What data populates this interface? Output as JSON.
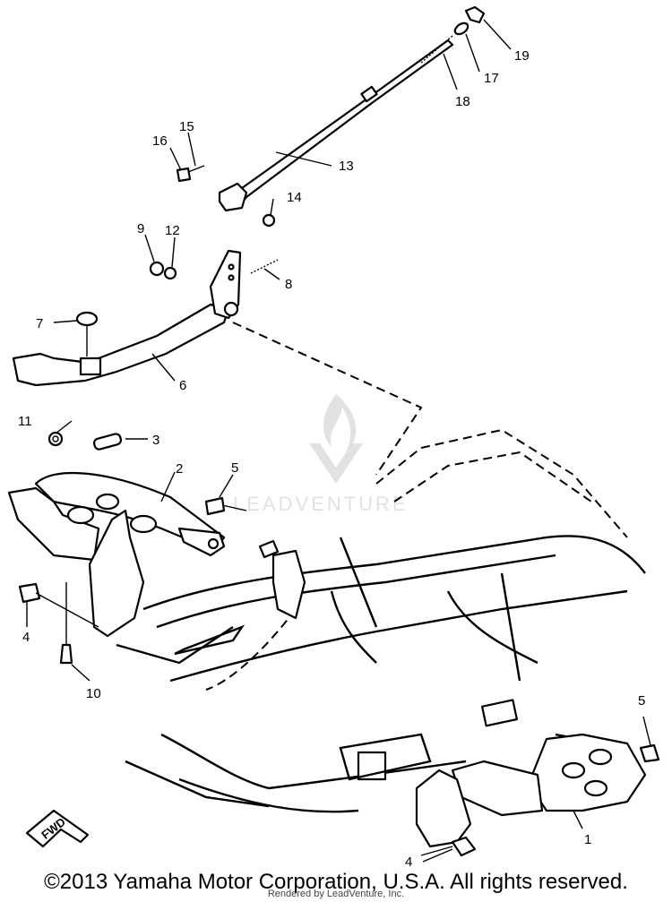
{
  "callouts": {
    "p1": "1",
    "p2": "2",
    "p3": "3",
    "p4a": "4",
    "p4b": "4",
    "p5a": "5",
    "p5b": "5",
    "p6": "6",
    "p7": "7",
    "p8": "8",
    "p9": "9",
    "p10": "10",
    "p11": "11",
    "p12": "12",
    "p13": "13",
    "p14": "14",
    "p15": "15",
    "p16": "16",
    "p17": "17",
    "p18": "18",
    "p19": "19"
  },
  "direction_arrow": "FWD",
  "watermark": "LEADVENTURE",
  "copyright": "©2013 Yamaha Motor Corporation, U.S.A. All rights reserved.",
  "rendered_by": "Rendered by LeadVenture, Inc."
}
